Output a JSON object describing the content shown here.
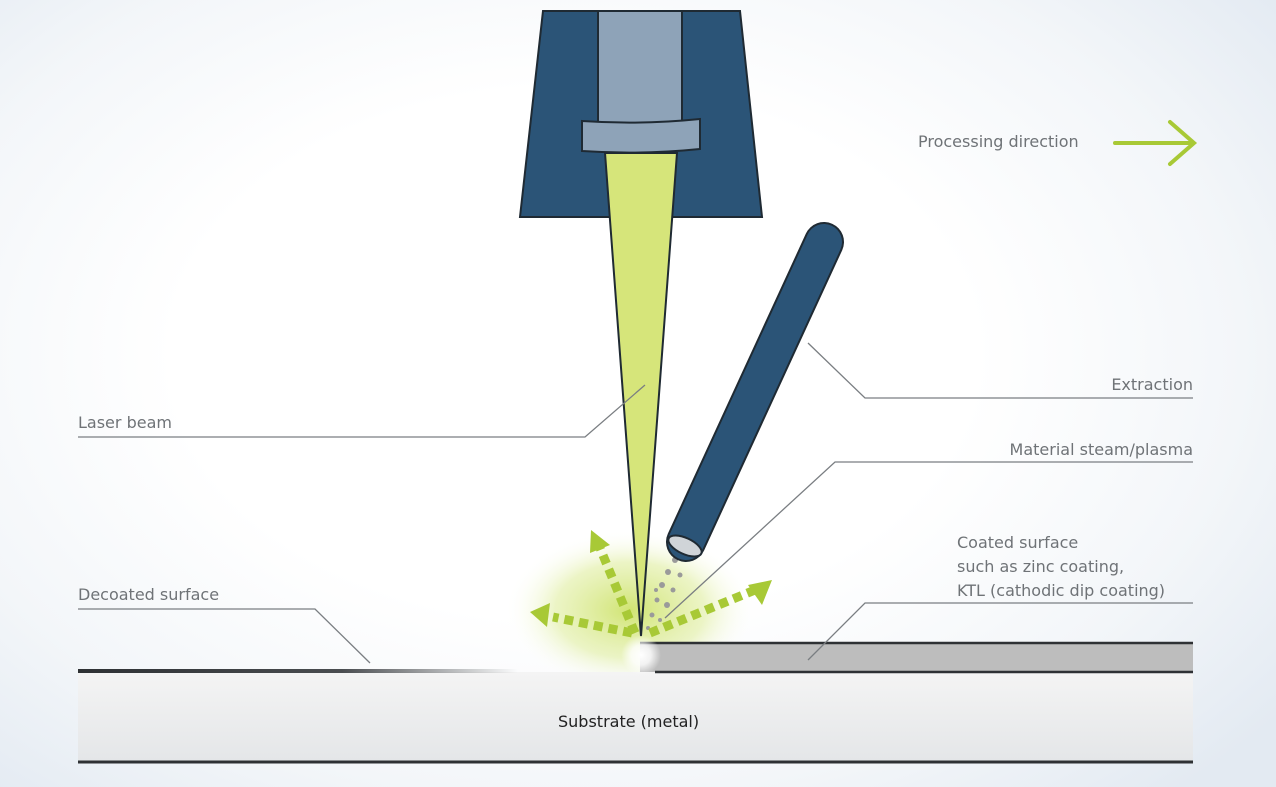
{
  "labels": {
    "processing_direction": "Processing direction",
    "laser_beam": "Laser beam",
    "extraction": "Extraction",
    "material_steam": "Material steam/plasma",
    "coated_surface": [
      "Coated surface",
      "such as zinc coating,",
      "KTL (cathodic dip coating)"
    ],
    "decoated_surface": "Decoated surface",
    "substrate": "Substrate (metal)"
  },
  "colors": {
    "head_blue": "#2b5477",
    "column_gray": "#8ea3b8",
    "beam_yellow": "#d6e57a",
    "accent_green": "#a8c936",
    "coating_gray": "#bdbdbd",
    "outline": "#1f2a33",
    "label_text": "#6f7377"
  }
}
